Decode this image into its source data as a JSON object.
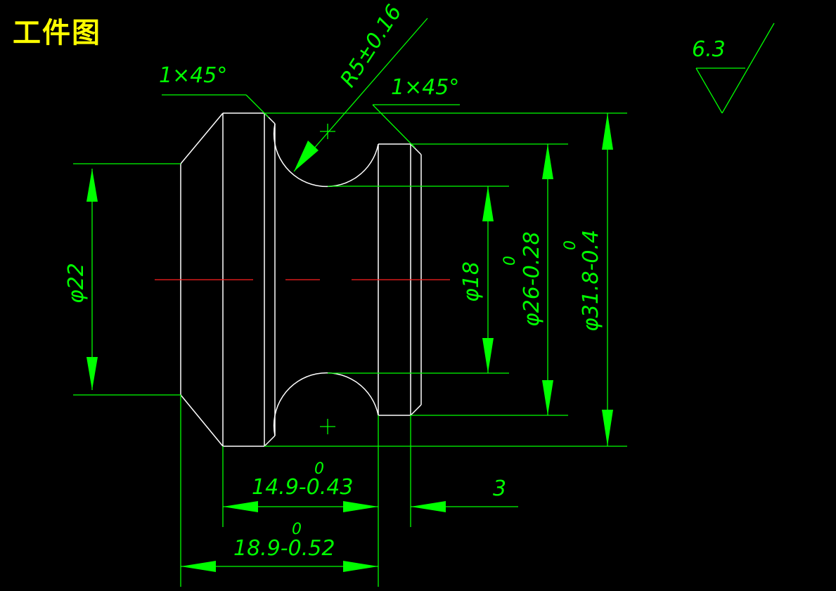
{
  "title": "工件图",
  "roughness": {
    "value": "6.3"
  },
  "dimensions": {
    "chamfer_left": "1×45°",
    "chamfer_right": "1×45°",
    "radius": "R5±0.16",
    "dia_22": "φ22",
    "dia_18": "φ18",
    "dia_26": "φ26-0.28",
    "dia_26_upper": "0",
    "dia_31_8": "φ31.8-0.4",
    "dia_31_8_upper": "0",
    "len_14_9": "14.9-0.43",
    "len_14_9_upper": "0",
    "len_3": "3",
    "len_18_9": "18.9-0.52",
    "len_18_9_upper": "0"
  },
  "colors": {
    "background": "#000000",
    "dimension": "#00ff00",
    "outline": "#ffffff",
    "centerline": "#ff2020",
    "title": "#ffff00"
  }
}
